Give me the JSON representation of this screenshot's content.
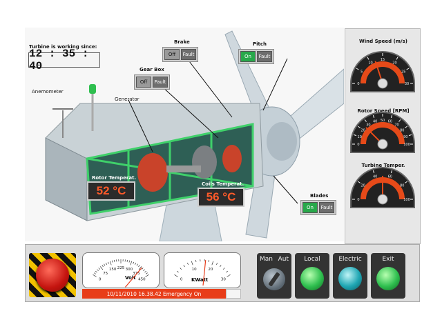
{
  "header": {
    "working_label": "Turbine is working since:",
    "time": "12 : 35 : 40"
  },
  "labels": {
    "anemometer": "Anemometer",
    "generator": "Generator",
    "gear_box": "Gear Box",
    "brake": "Brake",
    "pitch": "Pitch",
    "blades": "Blades"
  },
  "switches": {
    "brake": {
      "left": "Off",
      "right": "Fault"
    },
    "gearbox": {
      "left": "Off",
      "right": "Fault"
    },
    "pitch": {
      "left": "On",
      "right": "Fault"
    },
    "blades": {
      "left": "On",
      "right": "Fault"
    }
  },
  "temps": {
    "rotor": {
      "label": "Rotor Temperat.",
      "value": "52 °C"
    },
    "coils": {
      "label": "Coils Temperat.",
      "value": "56 °C"
    }
  },
  "gauges": {
    "wind": {
      "title": "Wind Speed (m/s)",
      "ticks": [
        "0",
        "5",
        "10",
        "15",
        "20",
        "25",
        "30"
      ],
      "value": 0.4
    },
    "rotor": {
      "title": "Rotor Speed [RPM]",
      "ticks": [
        "0",
        "10",
        "20",
        "30",
        "40",
        "50",
        "60",
        "70",
        "80",
        "90",
        "100"
      ],
      "value": 0.25
    },
    "temp": {
      "title": "Turbine Temper.",
      "ticks": [
        "0",
        "20",
        "40",
        "60",
        "80",
        "100"
      ],
      "value": 0.5
    }
  },
  "meters": {
    "volt": {
      "label": "Volt",
      "ticks": [
        "0",
        "75",
        "150",
        "225",
        "300",
        "375",
        "450"
      ],
      "value": 0.85
    },
    "kwatt": {
      "label": "KWatt",
      "ticks": [
        "0",
        "10",
        "20",
        "30"
      ],
      "value": 0.55
    }
  },
  "status": {
    "message": "10/11/2010 16.38.42 Emergency On"
  },
  "controls": {
    "man": "Man",
    "aut": "Aut",
    "local": "Local",
    "electric": "Electric",
    "exit": "Exit"
  },
  "colors": {
    "accent_red": "#e64a19",
    "green": "#2fbf4f",
    "teal": "#1fa6b3"
  }
}
